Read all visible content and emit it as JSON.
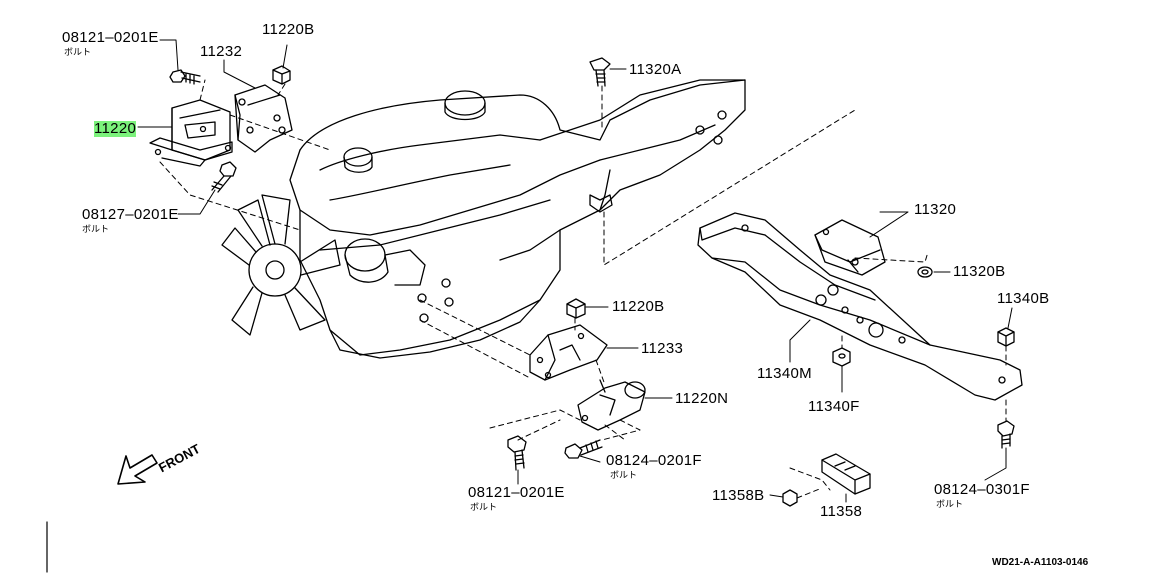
{
  "labels": {
    "l_0812101e_top": "08121–0201E",
    "l_bolt_top": "ボルト",
    "l_11232": "11232",
    "l_11220b_top": "11220B",
    "l_11220": "11220",
    "l_08127": "08127–0201E",
    "l_bolt_08127": "ボルト",
    "l_11320a": "11320A",
    "l_11320": "11320",
    "l_11320b": "11320B",
    "l_11340b": "11340B",
    "l_11220b_mid": "11220B",
    "l_11233": "11233",
    "l_11340m": "11340M",
    "l_11220n": "11220N",
    "l_11340f": "11340F",
    "l_08124_0201": "08124–0201F",
    "l_bolt_08124_0201": "ボルト",
    "l_08121_bottom": "08121–0201E",
    "l_bolt_08121_bottom": "ボルト",
    "l_11358b": "11358B",
    "l_11358": "11358",
    "l_08124_0301": "08124–0301F",
    "l_bolt_08124_0301": "ボルト",
    "front": "FRONT",
    "ref_code": "WD21-A-A1103-0146"
  },
  "colors": {
    "highlight": "#7cf27c",
    "ink": "#000000"
  },
  "highlighted_part": "11220"
}
